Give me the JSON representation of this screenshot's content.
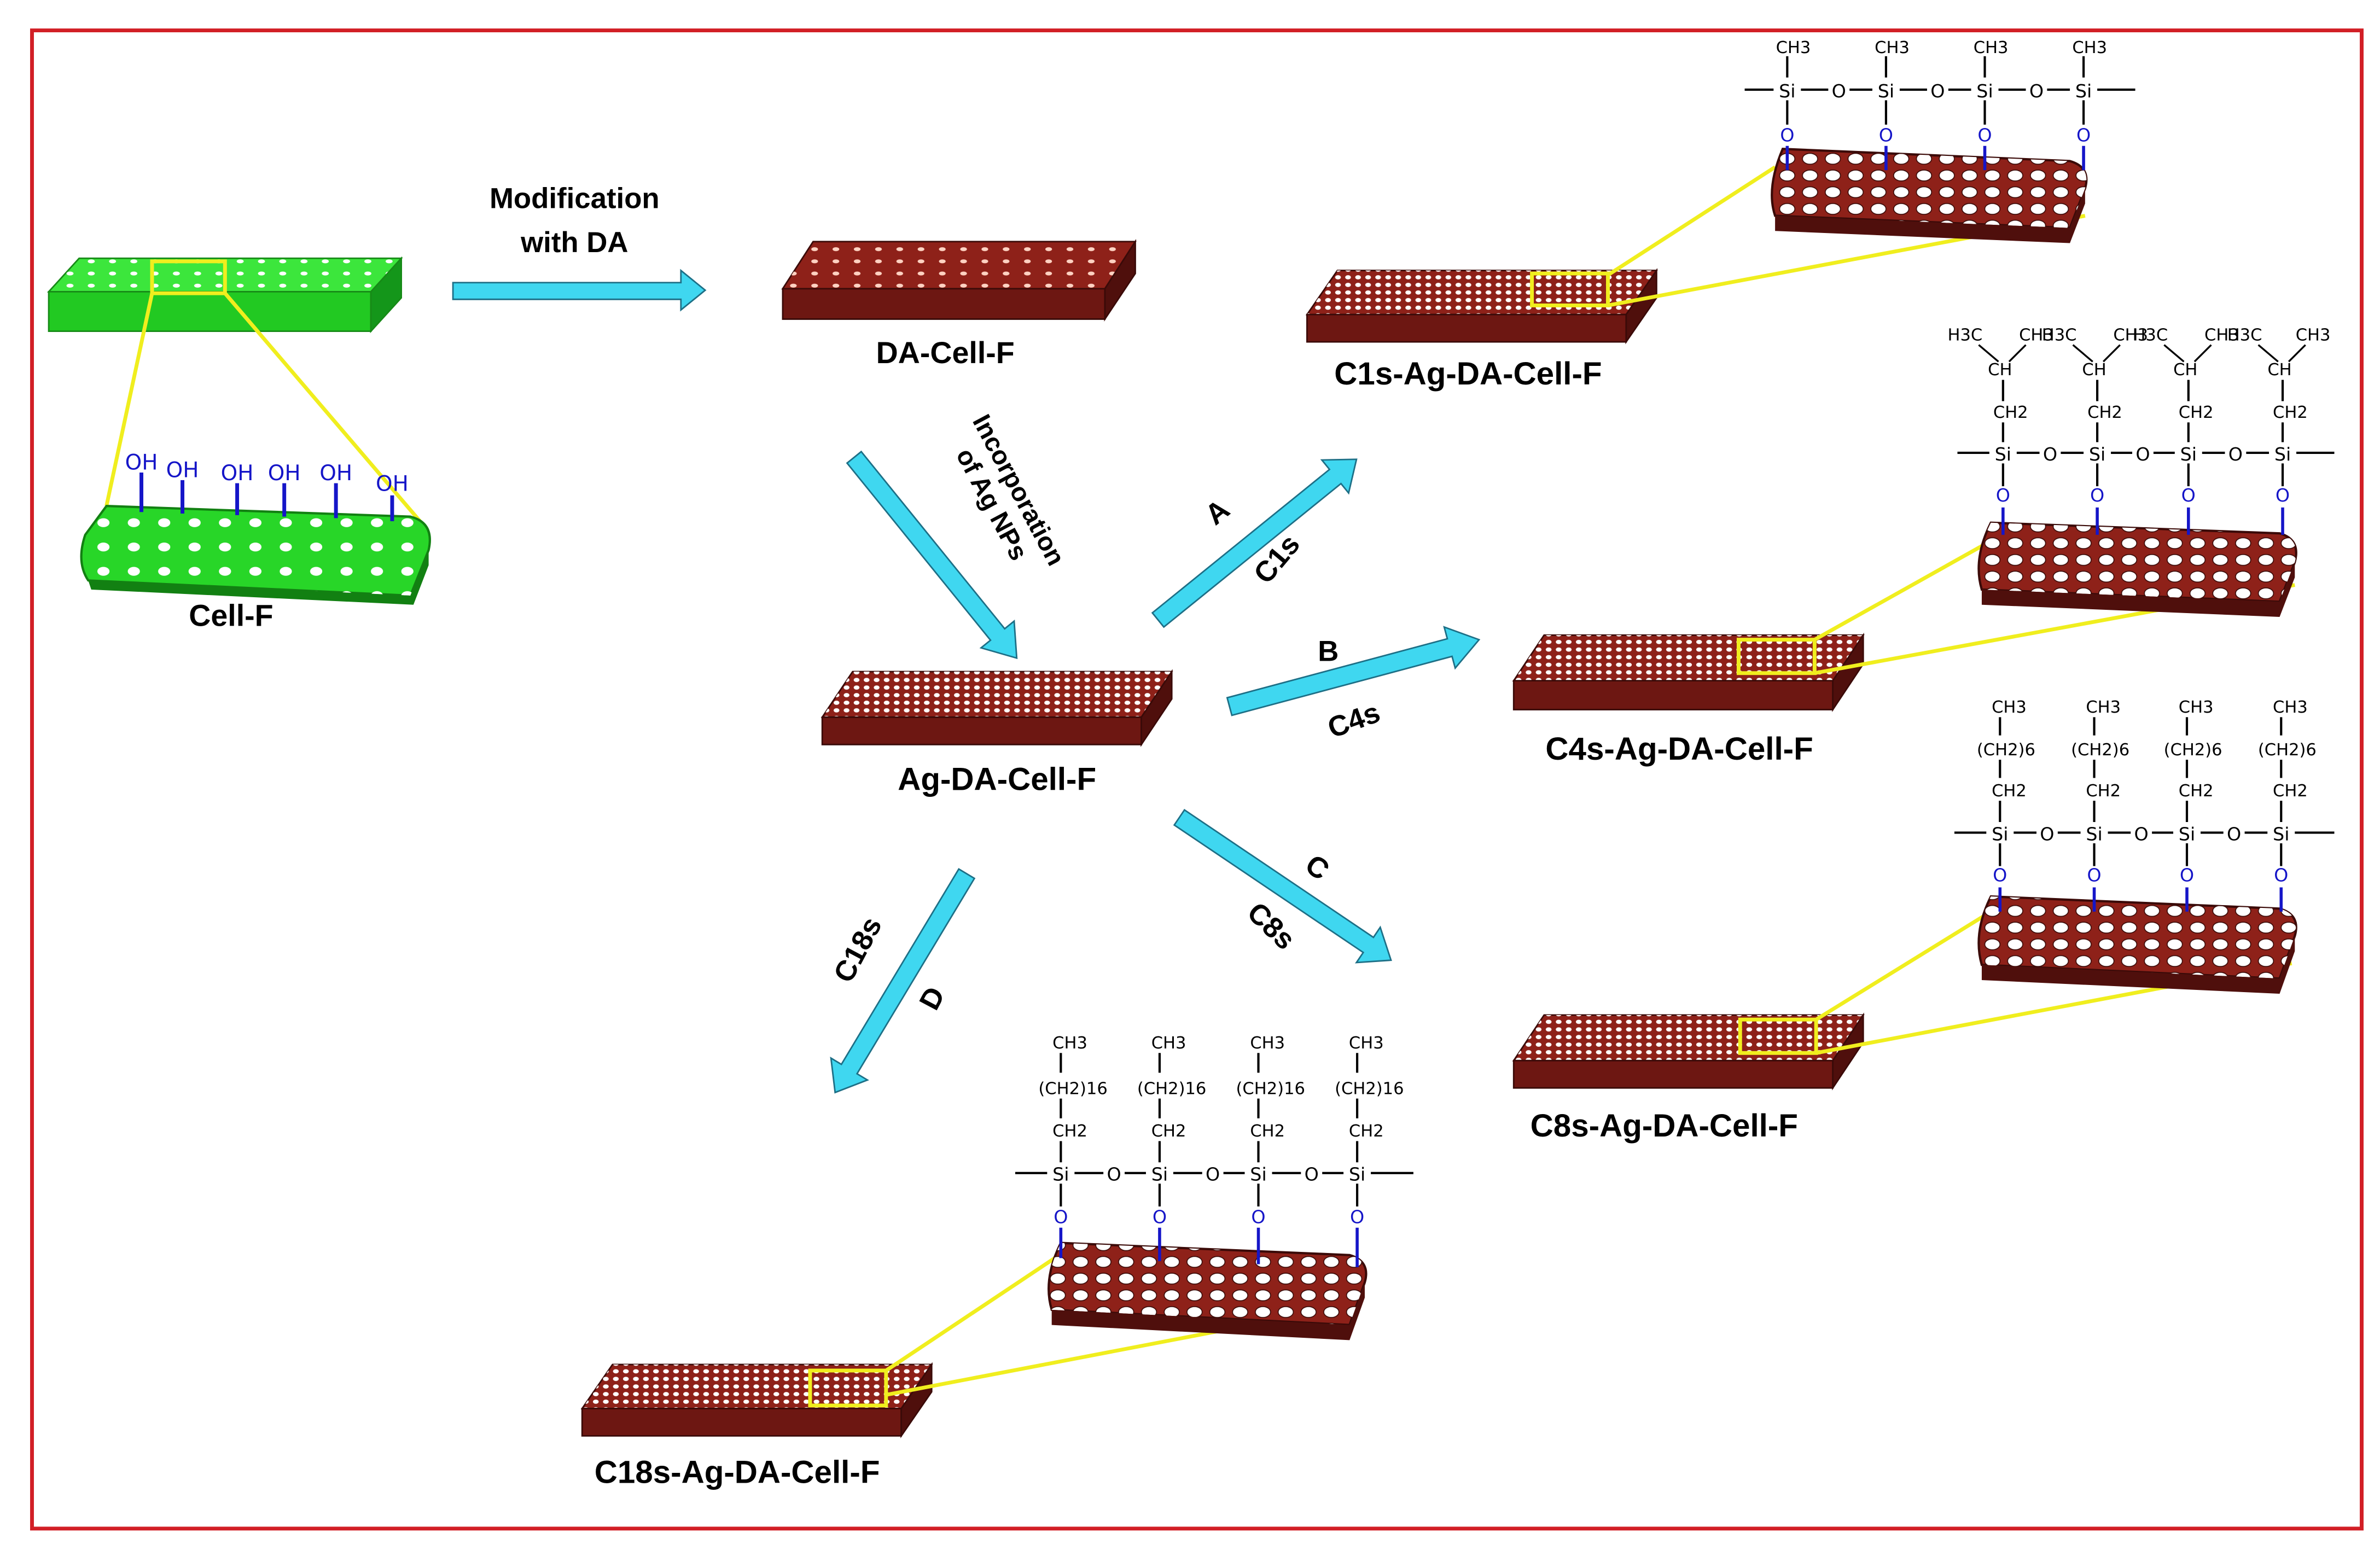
{
  "colors": {
    "frame": "#d21f26",
    "arrow_fill": "#3fd7f0",
    "arrow_stroke": "#1d6f86",
    "green_top": "#3ce63c",
    "green_front": "#22c922",
    "green_side": "#14961a",
    "brown_top": "#8e2119",
    "brown_front": "#6d1712",
    "brown_side": "#4f0f0c",
    "zoom_line": "#f0ee1e",
    "bond_blue": "#1515c8"
  },
  "labels": {
    "cell_f": "Cell-F",
    "da_cell_f": "DA-Cell-F",
    "ag_da_cell_f": "Ag-DA-Cell-F",
    "c1s_product": "C1s-Ag-DA-Cell-F",
    "c4s_product": "C4s-Ag-DA-Cell-F",
    "c8s_product": "C8s-Ag-DA-Cell-F",
    "c18s_product": "C18s-Ag-DA-Cell-F"
  },
  "steps": {
    "modification_line1": "Modification",
    "modification_line2": "with DA",
    "incorporation_line1": "Incorporation",
    "incorporation_line2": "of Ag NPs",
    "route_a_letter": "A",
    "route_a_reagent": "C1s",
    "route_b_letter": "B",
    "route_b_reagent": "C4s",
    "route_c_letter": "C",
    "route_c_reagent": "C8s",
    "route_d_letter": "D",
    "route_d_reagent": "C18s"
  },
  "chemistry": {
    "hydroxyl": "OH",
    "silicon": "Si",
    "oxygen": "O",
    "methyl": "CH3",
    "methylene": "CH2",
    "methine": "CH",
    "chain_c8": "(CH2)6",
    "chain_c18": "(CH2)16",
    "isobutyl_left": "H3C",
    "isobutyl_right": "CH3"
  }
}
